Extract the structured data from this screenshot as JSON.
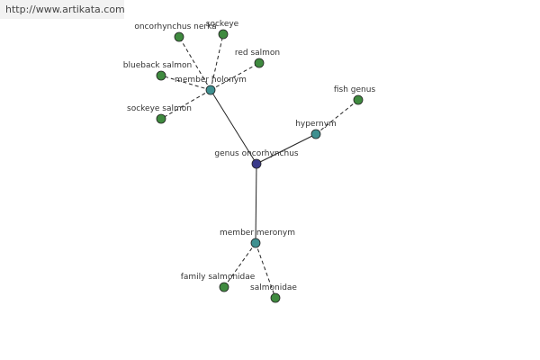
{
  "watermark": "http://www.artikata.com",
  "colors": {
    "leaf": "#3f8a3f",
    "relation": "#3f9090",
    "center": "#3a3a8a"
  },
  "nodes": [
    {
      "id": "center",
      "label": "genus oncorhynchus",
      "kind": "center"
    },
    {
      "id": "holonym",
      "label": "member holonym",
      "kind": "relation"
    },
    {
      "id": "hyper",
      "label": "hypernym",
      "kind": "relation"
    },
    {
      "id": "meronym",
      "label": "member meronym",
      "kind": "relation"
    },
    {
      "id": "nerka",
      "label": "oncorhynchus nerka",
      "kind": "leaf"
    },
    {
      "id": "sockeye",
      "label": "sockeye",
      "kind": "leaf"
    },
    {
      "id": "red",
      "label": "red salmon",
      "kind": "leaf"
    },
    {
      "id": "blueback",
      "label": "blueback salmon",
      "kind": "leaf"
    },
    {
      "id": "sockeyesalmon",
      "label": "sockeye salmon",
      "kind": "leaf"
    },
    {
      "id": "fishgenus",
      "label": "fish genus",
      "kind": "leaf"
    },
    {
      "id": "family",
      "label": "family salmonidae",
      "kind": "leaf"
    },
    {
      "id": "salmonidae",
      "label": "salmonidae",
      "kind": "leaf"
    }
  ],
  "edges": [
    {
      "from": "center",
      "to": "holonym",
      "style": "solid"
    },
    {
      "from": "center",
      "to": "hyper",
      "style": "solid"
    },
    {
      "from": "center",
      "to": "meronym",
      "style": "solid"
    },
    {
      "from": "holonym",
      "to": "nerka",
      "style": "dashed"
    },
    {
      "from": "holonym",
      "to": "sockeye",
      "style": "dashed"
    },
    {
      "from": "holonym",
      "to": "red",
      "style": "dashed"
    },
    {
      "from": "holonym",
      "to": "blueback",
      "style": "dashed"
    },
    {
      "from": "holonym",
      "to": "sockeyesalmon",
      "style": "dashed"
    },
    {
      "from": "hyper",
      "to": "fishgenus",
      "style": "dashed"
    },
    {
      "from": "meronym",
      "to": "family",
      "style": "dashed"
    },
    {
      "from": "meronym",
      "to": "salmonidae",
      "style": "dashed"
    }
  ]
}
